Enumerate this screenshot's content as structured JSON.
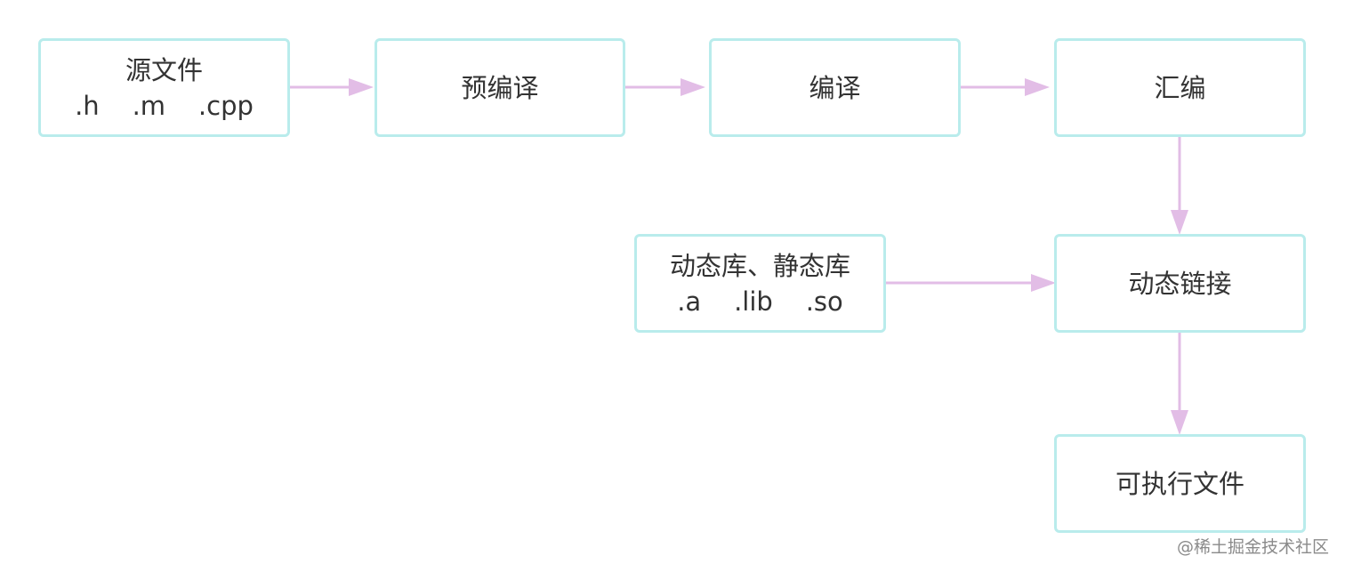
{
  "nodes": {
    "source": {
      "title": "源文件",
      "subtitle": ".h    .m    .cpp"
    },
    "preprocess": {
      "title": "预编译"
    },
    "compile": {
      "title": "编译"
    },
    "assemble": {
      "title": "汇编"
    },
    "libraries": {
      "title": "动态库、静态库",
      "subtitle": ".a    .lib    .so"
    },
    "link": {
      "title": "动态链接"
    },
    "executable": {
      "title": "可执行文件"
    }
  },
  "edges": [
    {
      "from": "source",
      "to": "preprocess"
    },
    {
      "from": "preprocess",
      "to": "compile"
    },
    {
      "from": "compile",
      "to": "assemble"
    },
    {
      "from": "assemble",
      "to": "link"
    },
    {
      "from": "libraries",
      "to": "link"
    },
    {
      "from": "link",
      "to": "executable"
    }
  ],
  "watermark": "@稀土掘金技术社区",
  "colors": {
    "node_border": "#b9ecec",
    "arrow": "#e2bde6",
    "text": "#333333"
  }
}
